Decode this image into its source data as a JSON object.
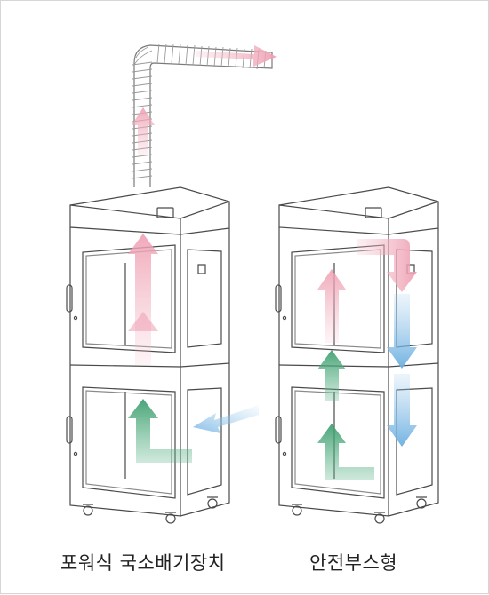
{
  "captions": {
    "left": "포워식 국소배기장치",
    "right": "안전부스형"
  },
  "colors": {
    "exhaust_arrow": "#f2b9c6",
    "fresh_arrow": "#5fb58a",
    "inflow_arrow": "#9fcbec",
    "line": "#4a4a4a",
    "border": "#d6d6d6"
  },
  "icons": [
    "exhaust-duct",
    "flow-arrow-up",
    "flow-arrow-down",
    "caster-wheel",
    "door-handle"
  ]
}
